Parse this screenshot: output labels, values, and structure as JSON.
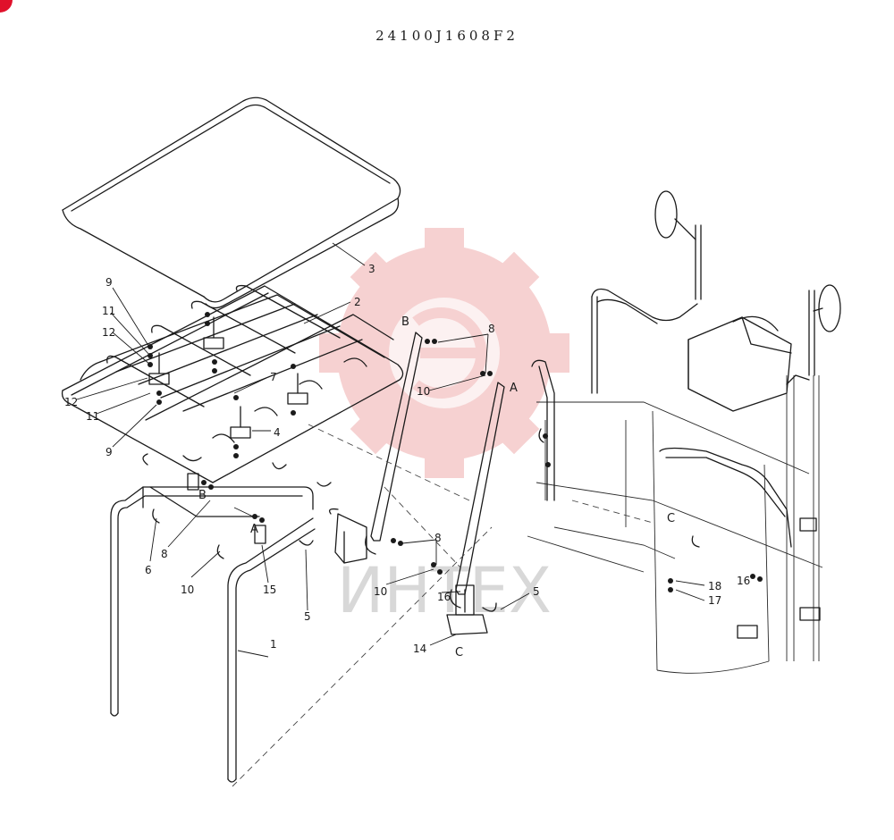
{
  "document": {
    "part_number": "24100J1608F2"
  },
  "watermark": {
    "text": "ИНТЕХ",
    "gear_color": "#f5c9c9",
    "text_color": "#d8d8d8"
  },
  "corner_badge_color": "#e0112b",
  "callouts": {
    "c1": "1",
    "c2": "2",
    "c3": "3",
    "c4": "4",
    "c5a": "5",
    "c5b": "5",
    "c6": "6",
    "c7": "7",
    "c8a": "8",
    "c8b": "8",
    "c8c": "8",
    "c9a": "9",
    "c9b": "9",
    "c10a": "10",
    "c10b": "10",
    "c10c": "10",
    "c11a": "11",
    "c11b": "11",
    "c12a": "12",
    "c12b": "12",
    "c14": "14",
    "c15": "15",
    "c16a": "16",
    "c16b": "16",
    "c17": "17",
    "c18": "18"
  },
  "reference_marks": {
    "A1": "A",
    "A2": "A",
    "B1": "B",
    "B2": "B",
    "C1": "C",
    "C2": "C"
  }
}
